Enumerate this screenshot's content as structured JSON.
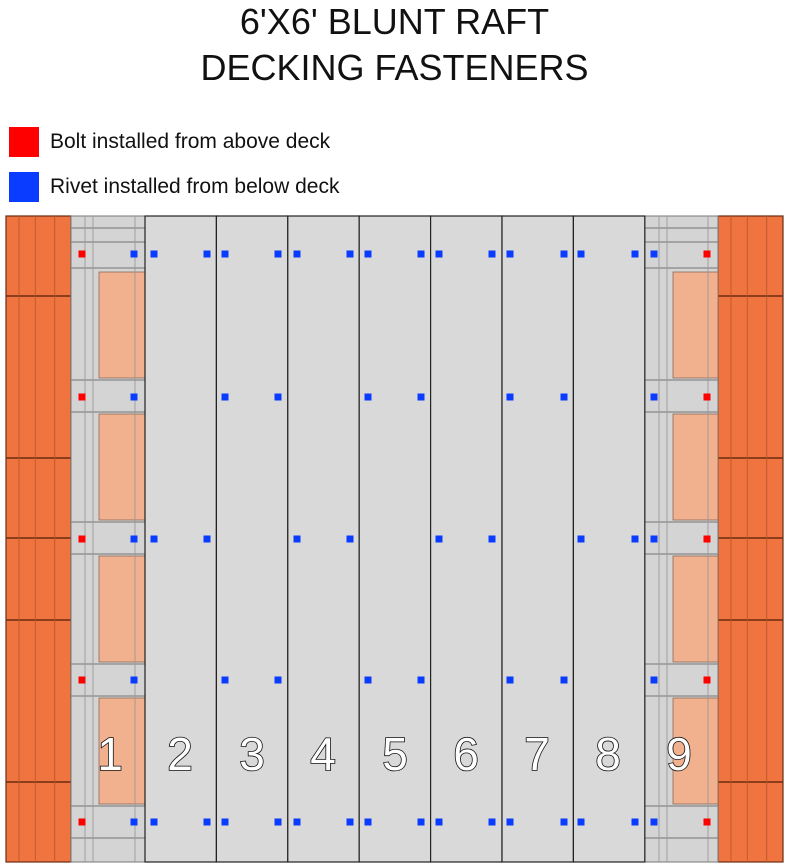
{
  "title": {
    "line1": "6'X6' BLUNT RAFT",
    "line2": "DECKING FASTENERS"
  },
  "legend": [
    {
      "label": "Bolt installed from above deck",
      "color": "#ff0000"
    },
    {
      "label": "Rivet installed from below deck",
      "color": "#0a3cff"
    }
  ],
  "colors": {
    "bolt": "#ff0000",
    "rivet": "#0a3cff",
    "float": "#f07440",
    "float_inner": "#f1b08e",
    "frame": "#d4d4d4",
    "plank": "#d9d9d9"
  },
  "planks": [
    "1",
    "2",
    "3",
    "4",
    "5",
    "6",
    "7",
    "8",
    "9"
  ]
}
